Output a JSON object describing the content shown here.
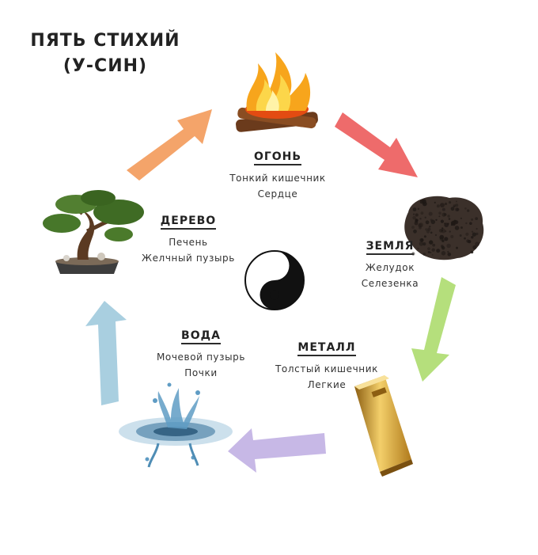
{
  "title": {
    "line1": "ПЯТЬ СТИХИЙ",
    "line2": "(У-СИН)"
  },
  "elements": [
    {
      "key": "fire",
      "name": "ОГОНЬ",
      "organs": [
        "Тонкий кишечник",
        "Сердце"
      ],
      "color": "#f39c34"
    },
    {
      "key": "earth",
      "name": "ЗЕМЛЯ",
      "organs": [
        "Желудок",
        "Селезенка"
      ],
      "color": "#3a2f2a"
    },
    {
      "key": "metal",
      "name": "МЕТАЛЛ",
      "organs": [
        "Толстый кишечник",
        "Легкие"
      ],
      "color": "#d9a632"
    },
    {
      "key": "water",
      "name": "ВОДА",
      "organs": [
        "Мочевой пузырь",
        "Почки"
      ],
      "color": "#3f7fa6"
    },
    {
      "key": "wood",
      "name": "ДЕРЕВО",
      "organs": [
        "Печень",
        "Желчный пузырь"
      ],
      "color": "#4e7a2e"
    }
  ],
  "arrows": [
    {
      "from": "wood",
      "to": "fire",
      "color": "#f4a46a"
    },
    {
      "from": "fire",
      "to": "earth",
      "color": "#ee6b6b"
    },
    {
      "from": "earth",
      "to": "metal",
      "color": "#b5df7c"
    },
    {
      "from": "metal",
      "to": "water",
      "color": "#c7b8e6"
    },
    {
      "from": "water",
      "to": "wood",
      "color": "#a9cfe0"
    }
  ],
  "icons": {
    "center": "yin-yang-icon",
    "fire": "fire-icon",
    "earth": "soil-icon",
    "metal": "gold-bar-icon",
    "water": "water-splash-icon",
    "wood": "bonsai-tree-icon"
  }
}
